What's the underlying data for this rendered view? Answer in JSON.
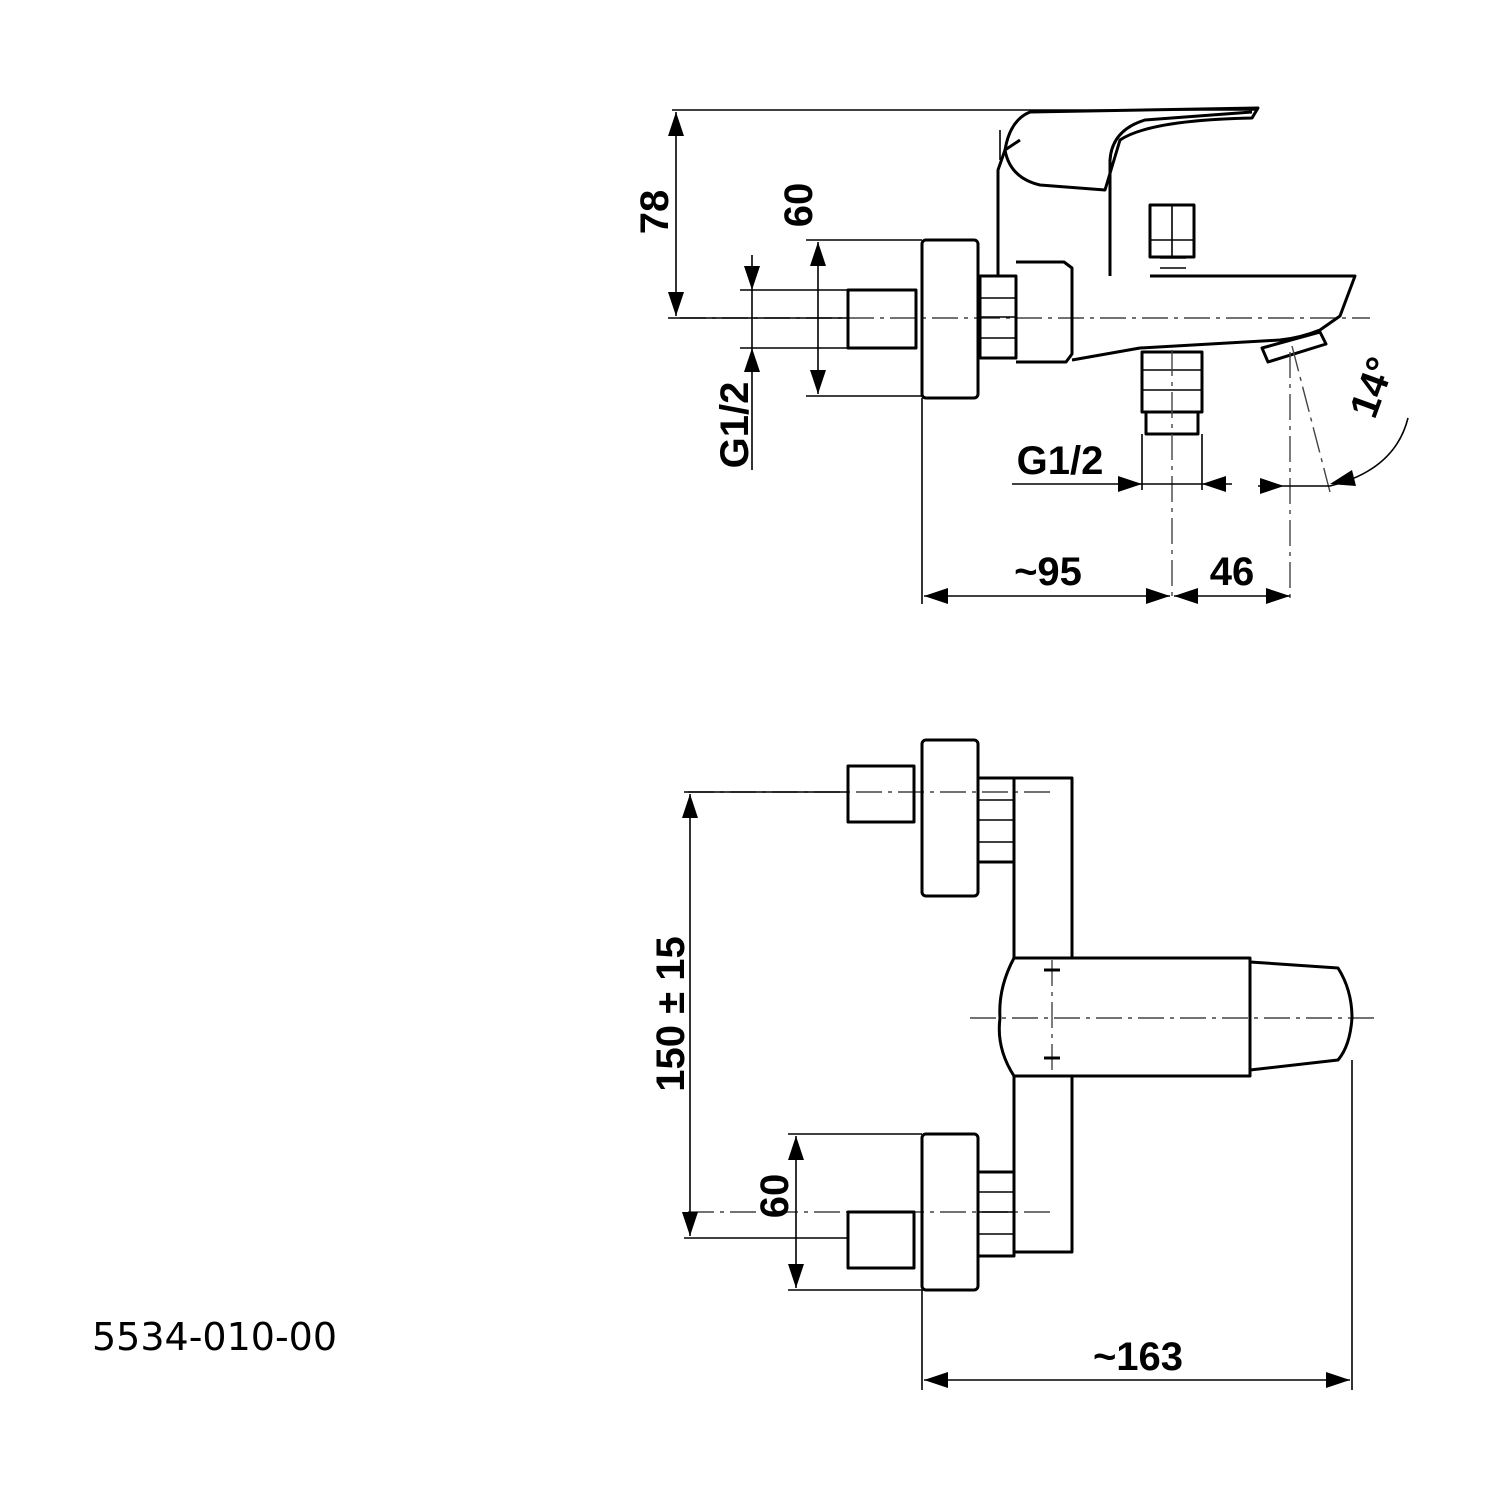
{
  "drawing": {
    "article_number": "5534-010-00",
    "side_view": {
      "dim_height_total": "78",
      "dim_eccentric_height": "60",
      "dim_thread_inlet": "G1/2",
      "dim_thread_outlet": "G1/2",
      "dim_depth": "~95",
      "dim_spout_offset": "46",
      "dim_spout_angle": "14°"
    },
    "front_view": {
      "dim_inlet_spacing": "150 ± 15",
      "dim_eccentric_height": "60",
      "dim_total_depth": "~163"
    }
  }
}
